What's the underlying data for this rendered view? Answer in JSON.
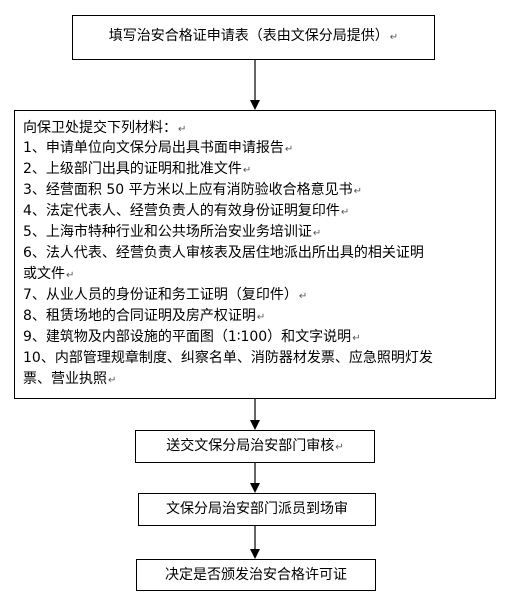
{
  "step1": "填写治安合格证申请表（表由文保分局提供）",
  "materials": {
    "title": "向保卫处提交下列材料：",
    "items": [
      "1、申请单位向文保分局出具书面申请报告",
      "2、上级部门出具的证明和批准文件",
      "3、经营面积 50 平方米以上应有消防验收合格意见书",
      "4、法定代表人、经营负责人的有效身份证明复印件",
      "5、上海市特种行业和公共场所治安业务培训证",
      "6、法人代表、经营负责人审核表及居住地派出所出具的相关证明",
      "或文件",
      "7、从业人员的身份证和务工证明（复印件）",
      "8、租赁场地的合同证明及房产权证明",
      "9、建筑物及内部设施的平面图（1∶100）和文字说明",
      "10、内部管理规章制度、纠察名单、消防器材发票、应急照明灯发",
      "票、营业执照"
    ]
  },
  "step3": "送交文保分局治安部门审核",
  "step4": "文保分局治安部门派员到场审",
  "step5": "决定是否颁发治安合格许可证",
  "paragraph_mark": "↵"
}
